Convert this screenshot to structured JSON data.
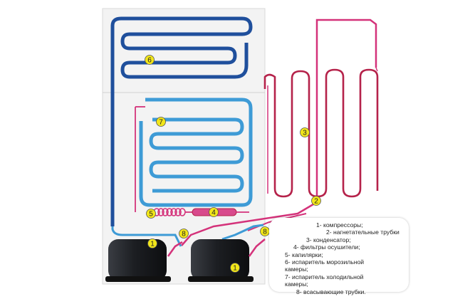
{
  "markers": {
    "compressor_left": "1",
    "compressor_right": "1",
    "discharge_tube": "2",
    "condenser": "3",
    "filter_drier": "4",
    "capillary": "5",
    "freezer_evaporator": "6",
    "fridge_evaporator": "7",
    "suction_left": "8",
    "suction_right": "8"
  },
  "legend": {
    "items": [
      "1- компрессоры;",
      "2- нагнетательные трубки",
      "3- конденсатор;",
      "4- фильтры осушители;",
      "5- капилярки;",
      "6- испаритель морозильной",
      "камеры;",
      "7- испаритель холодильной",
      "камеры;",
      "8- всасывающие трубки."
    ]
  },
  "colors": {
    "freezer_tube": "#1f4f9c",
    "fridge_tube": "#3e9bd6",
    "hot_tube": "#d4327a",
    "condenser_tube": "#b5224a",
    "marker_fill": "#f2e619",
    "compressor": "#1c1e22"
  }
}
